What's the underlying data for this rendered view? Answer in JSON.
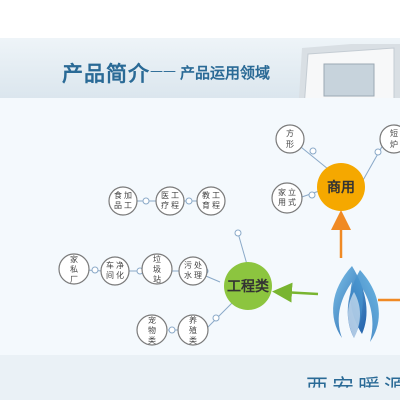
{
  "header": {
    "title": "产品简介",
    "dash": "——",
    "subtitle": "产品运用领域"
  },
  "hubs": [
    {
      "id": "commercial",
      "label": "商用",
      "color": "#f5a800"
    },
    {
      "id": "engineering",
      "label": "工程类",
      "color": "#8cc53f"
    }
  ],
  "nodes": [
    {
      "id": "n-fangxing",
      "lines": [
        "方",
        "形"
      ]
    },
    {
      "id": "n-jiating",
      "lines": [
        "家",
        "立",
        "用",
        "式"
      ]
    },
    {
      "id": "n-dui",
      "lines": [
        "短",
        "炉"
      ]
    },
    {
      "id": "n-shipin",
      "lines": [
        "食",
        "加",
        "品",
        "工"
      ]
    },
    {
      "id": "n-yiliao",
      "lines": [
        "医",
        "工",
        "疗",
        "程"
      ]
    },
    {
      "id": "n-jiaoyu",
      "lines": [
        "教",
        "工",
        "育",
        "程"
      ]
    },
    {
      "id": "n-jiasi",
      "lines": [
        "家",
        "私",
        "厂"
      ]
    },
    {
      "id": "n-chejian",
      "lines": [
        "车",
        "净",
        "间",
        "化"
      ]
    },
    {
      "id": "n-laji",
      "lines": [
        "垃",
        "圾",
        "站"
      ]
    },
    {
      "id": "n-wushui",
      "lines": [
        "污",
        "处",
        "水",
        "理"
      ]
    },
    {
      "id": "n-chongwu",
      "lines": [
        "宠",
        "物",
        "类"
      ]
    },
    {
      "id": "n-yangzhi",
      "lines": [
        "养",
        "殖",
        "类"
      ]
    }
  ],
  "brand": {
    "company_partial": "西安暖源"
  },
  "colors": {
    "title": "#2a6a96",
    "hub_commercial": "#f5a800",
    "hub_engineering": "#8cc53f",
    "arrow_orange": "#f08a24",
    "arrow_green": "#79b530",
    "node_stroke": "#7a7a7a",
    "connector": "#8aa9c8"
  }
}
